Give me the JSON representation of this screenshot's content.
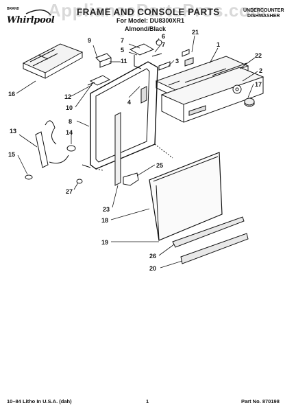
{
  "header": {
    "logo_small": "BRAND",
    "brand": "Whirlpool",
    "title": "FRAME AND CONSOLE PARTS",
    "model": "For Model: DU8300XR1",
    "finish": "Almond/Black",
    "product_line1": "UNDERCOUNTER",
    "product_line2": "DISHWASHER"
  },
  "watermark": "AppliancePartsPros.com",
  "footer": {
    "litho": "10–84 Litho In U.S.A. (dah)",
    "page_number": "1",
    "part_number": "Part No. 870198"
  },
  "callouts": [
    "1",
    "2",
    "3",
    "4",
    "5",
    "6",
    "7",
    "7",
    "8",
    "9",
    "10",
    "11",
    "12",
    "13",
    "14",
    "15",
    "16",
    "17",
    "18",
    "19",
    "20",
    "21",
    "22",
    "23",
    "25",
    "26",
    "27"
  ],
  "colors": {
    "ink": "#111111",
    "watermark": "#888888",
    "background": "#ffffff"
  }
}
